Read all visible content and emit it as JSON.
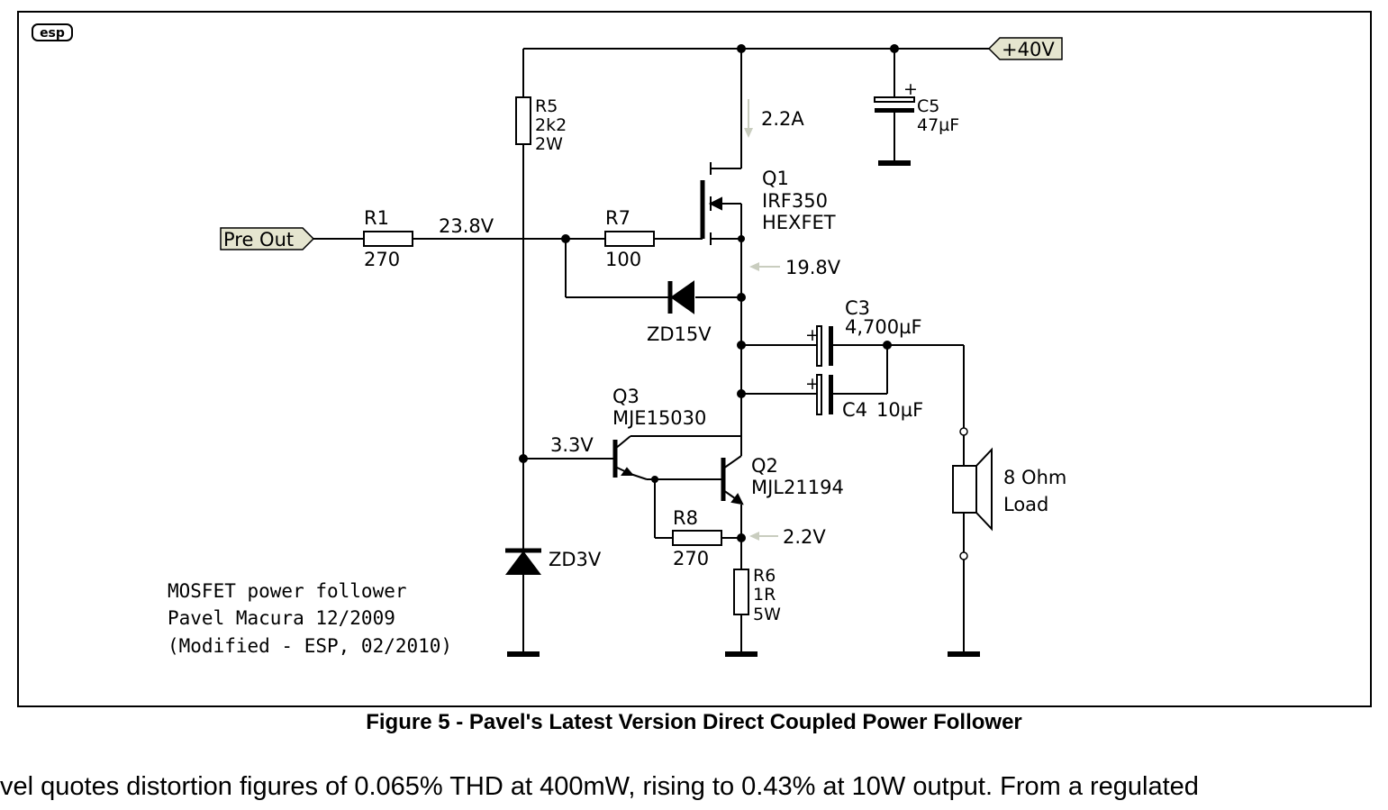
{
  "diagram": {
    "logo": "esp",
    "supply_label": "+40V",
    "input_label": "Pre Out",
    "components": {
      "r1": {
        "ref": "R1",
        "value": "270"
      },
      "r5": {
        "ref": "R5",
        "value": "2k2",
        "rating": "2W"
      },
      "r7": {
        "ref": "R7",
        "value": "100"
      },
      "r8": {
        "ref": "R8",
        "value": "270"
      },
      "r6": {
        "ref": "R6",
        "value": "1R",
        "rating": "5W"
      },
      "c5": {
        "ref": "C5",
        "value": "47µF",
        "polarity": "+"
      },
      "c3": {
        "ref": "C3",
        "value": "4,700µF",
        "polarity": "+"
      },
      "c4": {
        "ref": "C4",
        "value": "10µF",
        "polarity": "+"
      },
      "q1": {
        "ref": "Q1",
        "part": "IRF350",
        "type": "HEXFET"
      },
      "q2": {
        "ref": "Q2",
        "part": "MJL21194"
      },
      "q3": {
        "ref": "Q3",
        "part": "MJE15030"
      },
      "zd15": {
        "ref": "ZD15V"
      },
      "zd3": {
        "ref": "ZD3V"
      },
      "load": {
        "line1": "8 Ohm",
        "line2": "Load"
      }
    },
    "measurements": {
      "drain_current": "2.2A",
      "gate_voltage": "23.8V",
      "source_voltage": "19.8V",
      "bias_voltage": "3.3V",
      "emitter_voltage": "2.2V"
    },
    "notes": [
      "MOSFET power follower",
      "Pavel Macura  12/2009",
      "(Modified - ESP, 02/2010)"
    ]
  },
  "caption": "Figure 5 - Pavel's Latest Version Direct Coupled Power Follower",
  "body_text": "vel quotes distortion figures of 0.065% THD at 400mW, rising to 0.43% at 10W output. From a regulated"
}
